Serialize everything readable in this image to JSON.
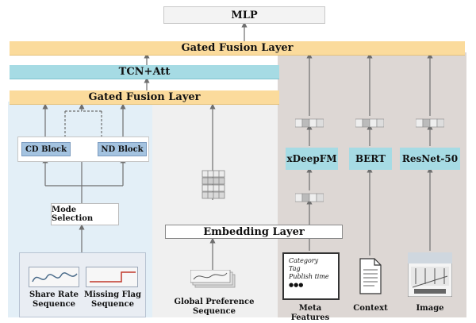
{
  "diagram": {
    "mlp": "MLP",
    "gated_fusion_top": "Gated Fusion Layer",
    "tcn_att": "TCN+Att",
    "gated_fusion_left": "Gated Fusion Layer",
    "cd_block": "CD Block",
    "nd_block": "ND Block",
    "mode_selection": "Mode Selection",
    "share_rate_sequence": "Share Rate Sequence",
    "missing_flag_sequence": "Missing Flag Sequence",
    "global_preference_sequence": "Global Preference Sequence",
    "embedding_layer": "Embedding Layer",
    "xdeepfm": "xDeepFM",
    "bert": "BERT",
    "resnet": "ResNet-50",
    "meta_features": "Meta Features",
    "context": "Context",
    "image": "Image",
    "meta_items": [
      "Category",
      "Tag",
      "Publish time",
      "●●●"
    ]
  },
  "colors": {
    "fusion": "#fbdb9c",
    "tcn": "#a6dbe4",
    "left_region": "#e3eff7",
    "middle_region": "#f0f0f0",
    "right_region": "#ddd7d4",
    "block": "#a4c3e0",
    "arrow": "#6f6f6f"
  },
  "icons": [
    "share-rate-curve-icon",
    "missing-flag-step-icon",
    "preference-sequence-icon",
    "document-icon",
    "image-thumbnail-icon"
  ]
}
